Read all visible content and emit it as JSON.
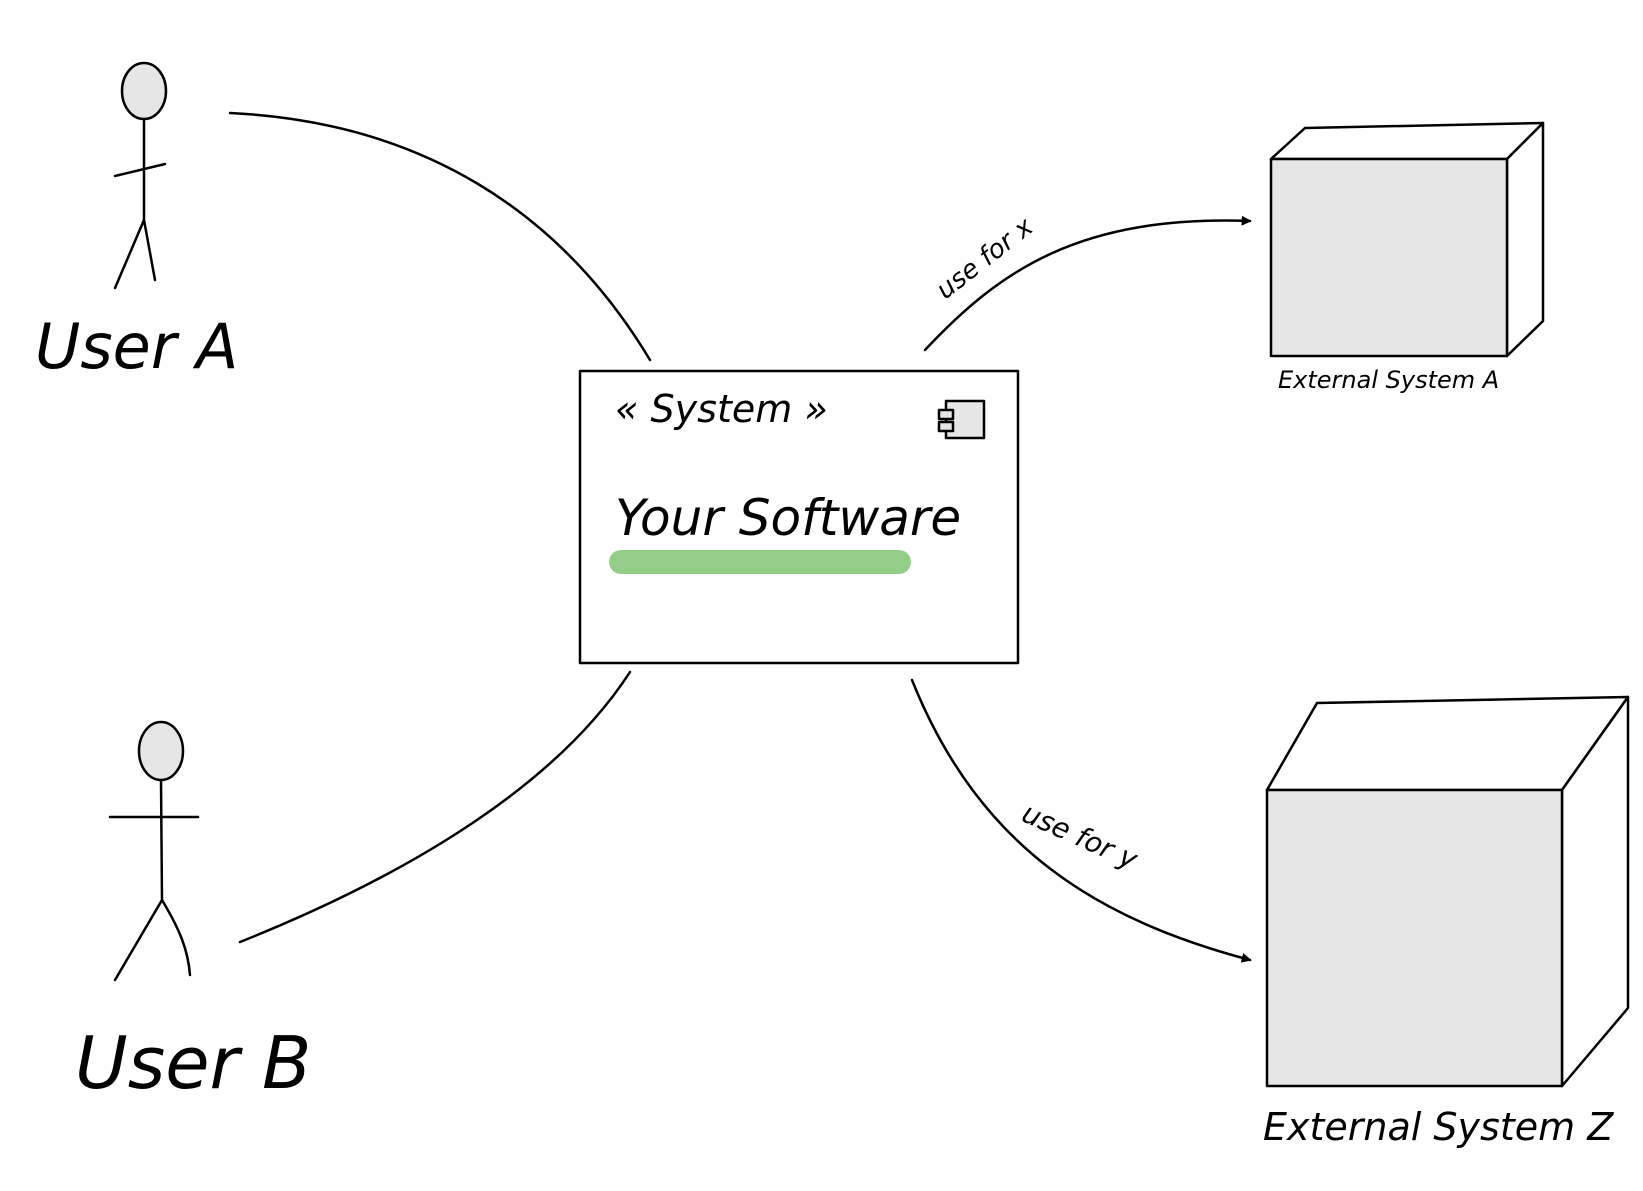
{
  "actors": {
    "user_a": {
      "label": "User A"
    },
    "user_b": {
      "label": "User B"
    }
  },
  "system": {
    "stereotype": "« System »",
    "name": "Your Software",
    "underline_color": "#93cd87",
    "icon": "component-icon"
  },
  "externals": {
    "system_a": {
      "label": "External System A"
    },
    "system_z": {
      "label": "External System Z"
    }
  },
  "connections": {
    "to_a": {
      "label": "use for x"
    },
    "to_z": {
      "label": "use for y"
    }
  },
  "colors": {
    "fill": "#e6e6e6",
    "stroke": "#000000",
    "background": "#ffffff"
  }
}
